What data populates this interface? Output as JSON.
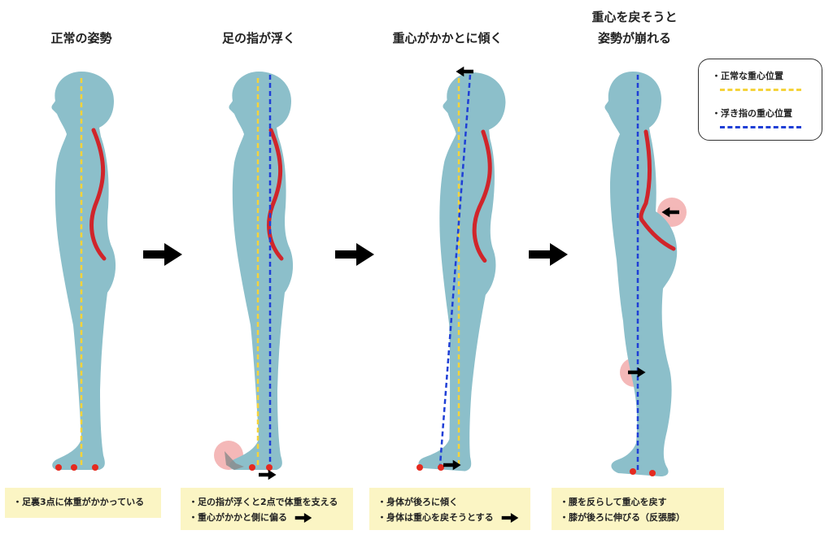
{
  "panels": [
    {
      "title": "正常の姿勢",
      "notes": [
        "・足裏3点に体重がかかっている"
      ]
    },
    {
      "title": "足の指が浮く",
      "notes": [
        "・足の指が浮くと2点で体重を支える",
        "・重心がかかと側に偏る"
      ]
    },
    {
      "title": "重心がかかとに傾く",
      "notes": [
        "・身体が後ろに傾く",
        "・身体は重心を戻そうとする"
      ]
    },
    {
      "title_lines": [
        "重心を戻そうと",
        "姿勢が崩れる"
      ],
      "notes": [
        "・腰を反らして重心を戻す",
        "・膝が後ろに伸びる（反張膝）"
      ]
    }
  ],
  "legend": {
    "normal_label": "・正常な重心位置",
    "floating_label": "・浮き指の重心位置",
    "normal_color": "#f5d33a",
    "floating_color": "#1f3fd6"
  },
  "colors": {
    "body": "#8cbfca",
    "spine": "#d0252b",
    "marker": "#e52a1f",
    "highlight": "#f0a0a0",
    "arrow": "#000000",
    "note_bg": "#fbf5c4"
  },
  "icons": [
    "right-arrow-icon",
    "left-arrow-icon"
  ]
}
